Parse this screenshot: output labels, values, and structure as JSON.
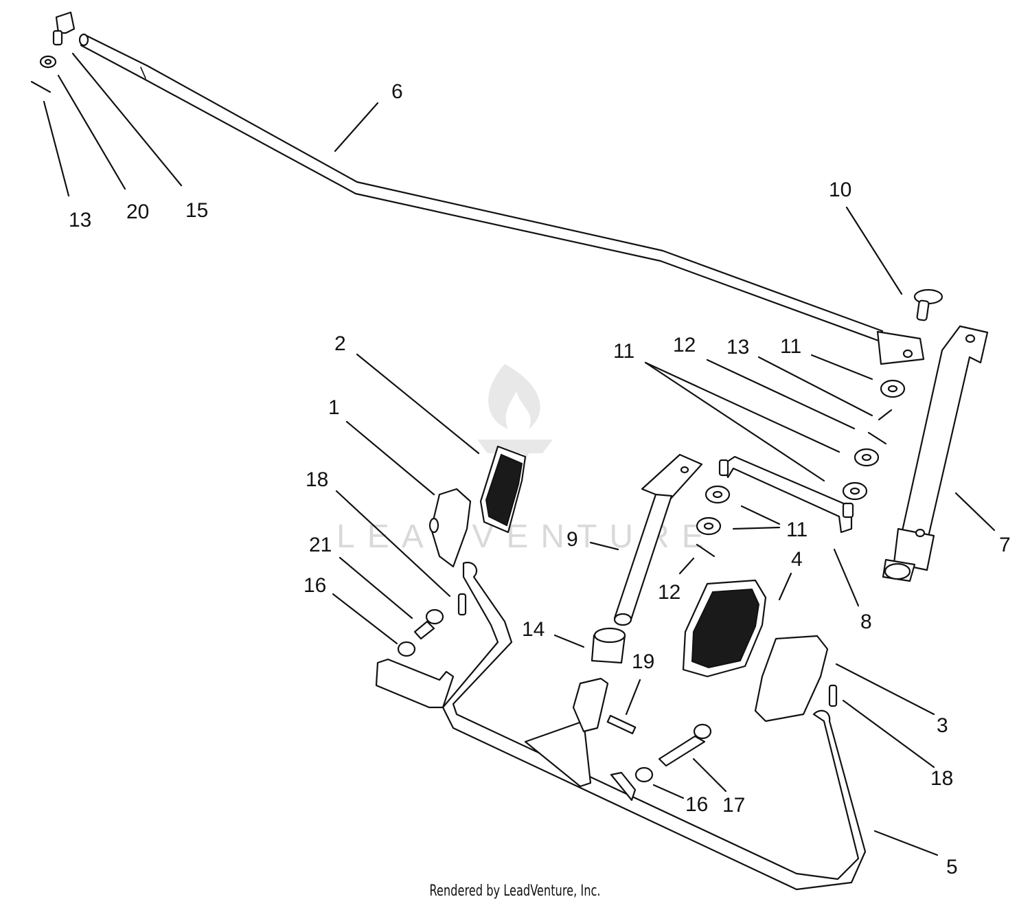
{
  "diagram": {
    "watermark": "LEADVENTURE",
    "credit": "Rendered by LeadVenture, Inc.",
    "callouts": [
      {
        "id": "c-6",
        "text": "6"
      },
      {
        "id": "c-13a",
        "text": "13"
      },
      {
        "id": "c-20",
        "text": "20"
      },
      {
        "id": "c-15",
        "text": "15"
      },
      {
        "id": "c-10",
        "text": "10"
      },
      {
        "id": "c-2",
        "text": "2"
      },
      {
        "id": "c-1",
        "text": "1"
      },
      {
        "id": "c-18a",
        "text": "18"
      },
      {
        "id": "c-21",
        "text": "21"
      },
      {
        "id": "c-16a",
        "text": "16"
      },
      {
        "id": "c-11a",
        "text": "11"
      },
      {
        "id": "c-12a",
        "text": "12"
      },
      {
        "id": "c-13b",
        "text": "13"
      },
      {
        "id": "c-11b",
        "text": "11"
      },
      {
        "id": "c-9",
        "text": "9"
      },
      {
        "id": "c-11c",
        "text": "11"
      },
      {
        "id": "c-12b",
        "text": "12"
      },
      {
        "id": "c-4",
        "text": "4"
      },
      {
        "id": "c-8",
        "text": "8"
      },
      {
        "id": "c-7",
        "text": "7"
      },
      {
        "id": "c-14",
        "text": "14"
      },
      {
        "id": "c-19",
        "text": "19"
      },
      {
        "id": "c-3",
        "text": "3"
      },
      {
        "id": "c-18b",
        "text": "18"
      },
      {
        "id": "c-16b",
        "text": "16"
      },
      {
        "id": "c-17",
        "text": "17"
      },
      {
        "id": "c-5",
        "text": "5"
      }
    ]
  }
}
